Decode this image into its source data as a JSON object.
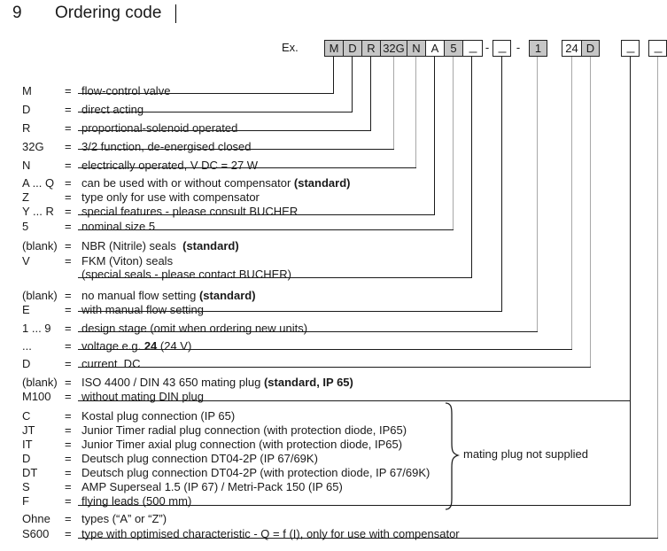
{
  "title": {
    "number": "9",
    "text": "Ordering code"
  },
  "example": {
    "label": "Ex.",
    "dash": "-",
    "cells": [
      {
        "label": "M",
        "shade": "gray"
      },
      {
        "label": "D",
        "shade": "gray"
      },
      {
        "label": "R",
        "shade": "gray"
      },
      {
        "label": "32G",
        "shade": "gray"
      },
      {
        "label": "N",
        "shade": "gray"
      },
      {
        "label": "A",
        "shade": "white"
      },
      {
        "label": "5",
        "shade": "gray"
      },
      {
        "label": "",
        "shade": "white",
        "placeholder": true
      },
      {
        "label": "",
        "shade": "white",
        "placeholder": true
      },
      {
        "label": "1",
        "shade": "gray"
      },
      {
        "label": "24",
        "shade": "white"
      },
      {
        "label": "D",
        "shade": "gray"
      },
      {
        "label": "",
        "shade": "white",
        "placeholder": true
      },
      {
        "label": "",
        "shade": "white",
        "placeholder": true
      }
    ]
  },
  "rows": [
    {
      "code": "M",
      "eq": "=",
      "d1": "flow-control valve"
    },
    {
      "code": "D",
      "eq": "=",
      "d1": "direct acting"
    },
    {
      "code": "R",
      "eq": "=",
      "d1": "proportional-solenoid operated"
    },
    {
      "code": "32G",
      "eq": "=",
      "d1": "3/2 function, de-energised closed"
    },
    {
      "code": "N",
      "eq": "=",
      "d1": "electrically operated, V DC = 27 W"
    },
    {
      "code": "A ... Q",
      "eq": "=",
      "d1": "can be used with or without compensator ",
      "d2": "(standard)"
    },
    {
      "code": "Z",
      "eq": "=",
      "d1": "type only for use with compensator"
    },
    {
      "code": "Y ... R",
      "eq": "=",
      "d1": "special features - please consult BUCHER"
    },
    {
      "code": "5",
      "eq": "=",
      "d1": "nominal size 5"
    },
    {
      "code": "(blank)",
      "eq": "=",
      "d1": "NBR (Nitrile) seals  ",
      "d2": "(standard)"
    },
    {
      "code": "V",
      "eq": "=",
      "d1": "FKM (Viton) seals"
    },
    {
      "code": "",
      "eq": "",
      "d1": "(special seals - please contact BUCHER)"
    },
    {
      "code": "(blank)",
      "eq": "=",
      "d1": "no manual flow setting ",
      "d2": "(standard)"
    },
    {
      "code": "E",
      "eq": "=",
      "d1": "with manual flow setting"
    },
    {
      "code": "1 ... 9",
      "eq": "=",
      "d1": "design stage (omit when ordering new units)"
    },
    {
      "code": "...",
      "eq": "=",
      "d1": "voltage e.g. ",
      "d2": "24",
      "d3": " (24 V)"
    },
    {
      "code": "D",
      "eq": "=",
      "d1": "current  DC"
    },
    {
      "code": "(blank)",
      "eq": "=",
      "d1": "ISO 4400 / DIN 43 650 mating plug ",
      "d2": "(standard, IP 65)"
    },
    {
      "code": "M100",
      "eq": "=",
      "d1": "without mating DIN plug"
    },
    {
      "code": "C",
      "eq": "=",
      "d1": "Kostal plug connection (IP 65)"
    },
    {
      "code": "JT",
      "eq": "=",
      "d1": "Junior Timer radial plug connection (with protection diode, IP65)"
    },
    {
      "code": "IT",
      "eq": "=",
      "d1": "Junior Timer axial plug connection (with protection diode, IP65)"
    },
    {
      "code": "D",
      "eq": "=",
      "d1": "Deutsch plug connection DT04-2P (IP 67/69K)"
    },
    {
      "code": "DT",
      "eq": "=",
      "d1": "Deutsch plug connection DT04-2P (with protection diode, IP 67/69K)"
    },
    {
      "code": "S",
      "eq": "=",
      "d1": "AMP Superseal 1.5 (IP 67) / Metri-Pack 150 (IP 65)"
    },
    {
      "code": "F",
      "eq": "=",
      "d1": "flying leads (500 mm)"
    },
    {
      "code": "Ohne",
      "eq": "=",
      "d1": "types (“A” or “Z”)"
    },
    {
      "code": "S600",
      "eq": "=",
      "d1": "type with optimised characteristic - Q = f (I), only for use with compensator"
    }
  ],
  "brace_note": "mating plug not supplied",
  "colors": {
    "box_gray": "#c6c6c6",
    "connector_gray": "#a8a8a8",
    "ink": "#1a1a1a"
  }
}
